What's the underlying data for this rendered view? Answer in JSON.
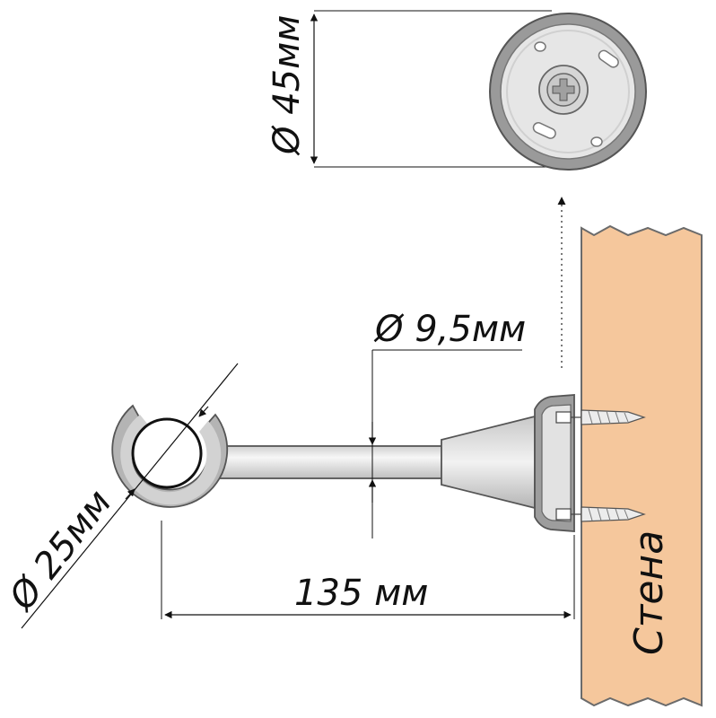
{
  "labels": {
    "diameter_top": "Ø 45мм",
    "diameter_rod": "Ø 9,5мм",
    "diameter_ring": "Ø 25мм",
    "length": "135 мм",
    "wall": "Стена"
  },
  "colors": {
    "wall_fill": "#f5c79c",
    "wall_stroke": "#6b6b6b",
    "metal_light": "#e8e8e8",
    "metal_mid": "#bdbdbd",
    "metal_dark": "#8a8a8a",
    "outline": "#4a4a4a",
    "dimension": "#111111"
  }
}
